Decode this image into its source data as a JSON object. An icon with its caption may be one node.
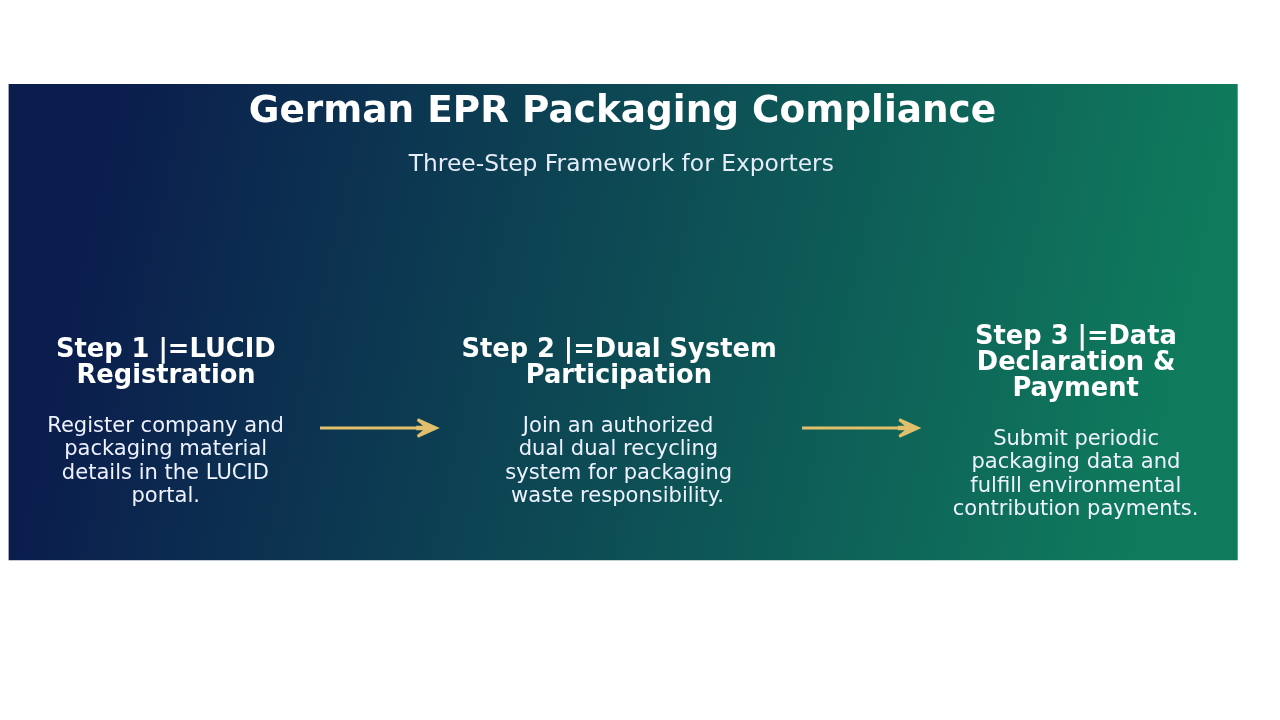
{
  "diagram": {
    "title": "German EPR Packaging Compliance",
    "nodes": [
      {
        "text": [
          "Step 1 |=LUCID Registration",
          "Register company and packaging material details in the LUCID portal."
        ]
      },
      {
        "text": [
          "Step 2 |=Dual System Participation",
          "Join an authorized dual dual recycling system for packaging waste responsibility."
        ]
      },
      {
        "text": [
          "Step 3 |=Data Declaration & Payment",
          "Submit periodic packaging data and fulfill environmental contribution payments."
        ]
      }
    ],
    "edges": [
      {
        "from": 0,
        "to": 1,
        "arrow": "to"
      },
      {
        "from": 1,
        "to": 2,
        "arrow": "to"
      }
    ],
    "labels": [
      "Three-Step Framework for Exporters"
    ]
  }
}
